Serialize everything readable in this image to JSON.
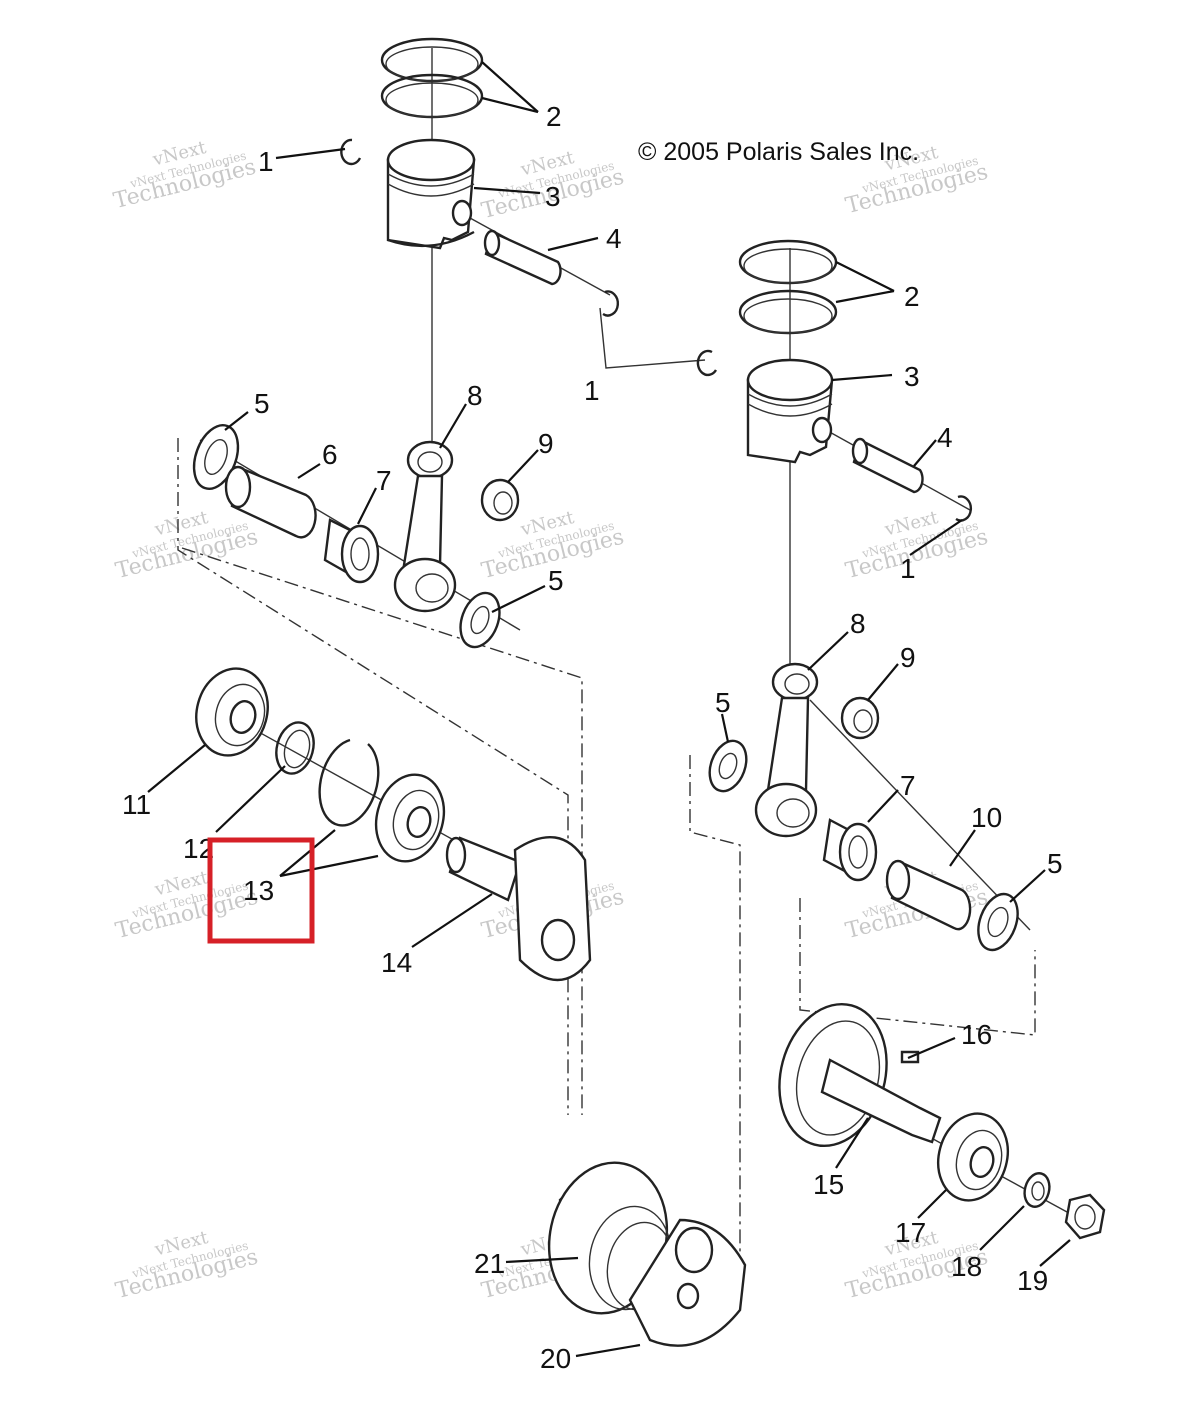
{
  "copyright": "© 2005 Polaris Sales Inc.",
  "watermark": {
    "line1": "vNext",
    "line2": "vNext Technologies",
    "line3": "Technologies"
  },
  "callouts": {
    "left_top": {
      "c1": "1",
      "c2": "2",
      "c3": "3",
      "c4": "4",
      "c5a": "5",
      "c6": "6",
      "c7": "7",
      "c8": "8",
      "c9": "9",
      "c5b": "5"
    },
    "right_top": {
      "c2": "2",
      "c1a": "1",
      "c3": "3",
      "c4": "4",
      "c1b": "1"
    },
    "left_bottom": {
      "c11": "11",
      "c12": "12",
      "c13": "13",
      "c14": "14"
    },
    "right_middle": {
      "c8": "8",
      "c9": "9",
      "c5a": "5",
      "c7": "7",
      "c10": "10",
      "c5b": "5"
    },
    "bottom": {
      "c16": "16",
      "c15": "15",
      "c17": "17",
      "c18": "18",
      "c19": "19",
      "c21": "21",
      "c20": "20"
    }
  },
  "highlight": {
    "part_number": "13",
    "color": "#d62027"
  }
}
